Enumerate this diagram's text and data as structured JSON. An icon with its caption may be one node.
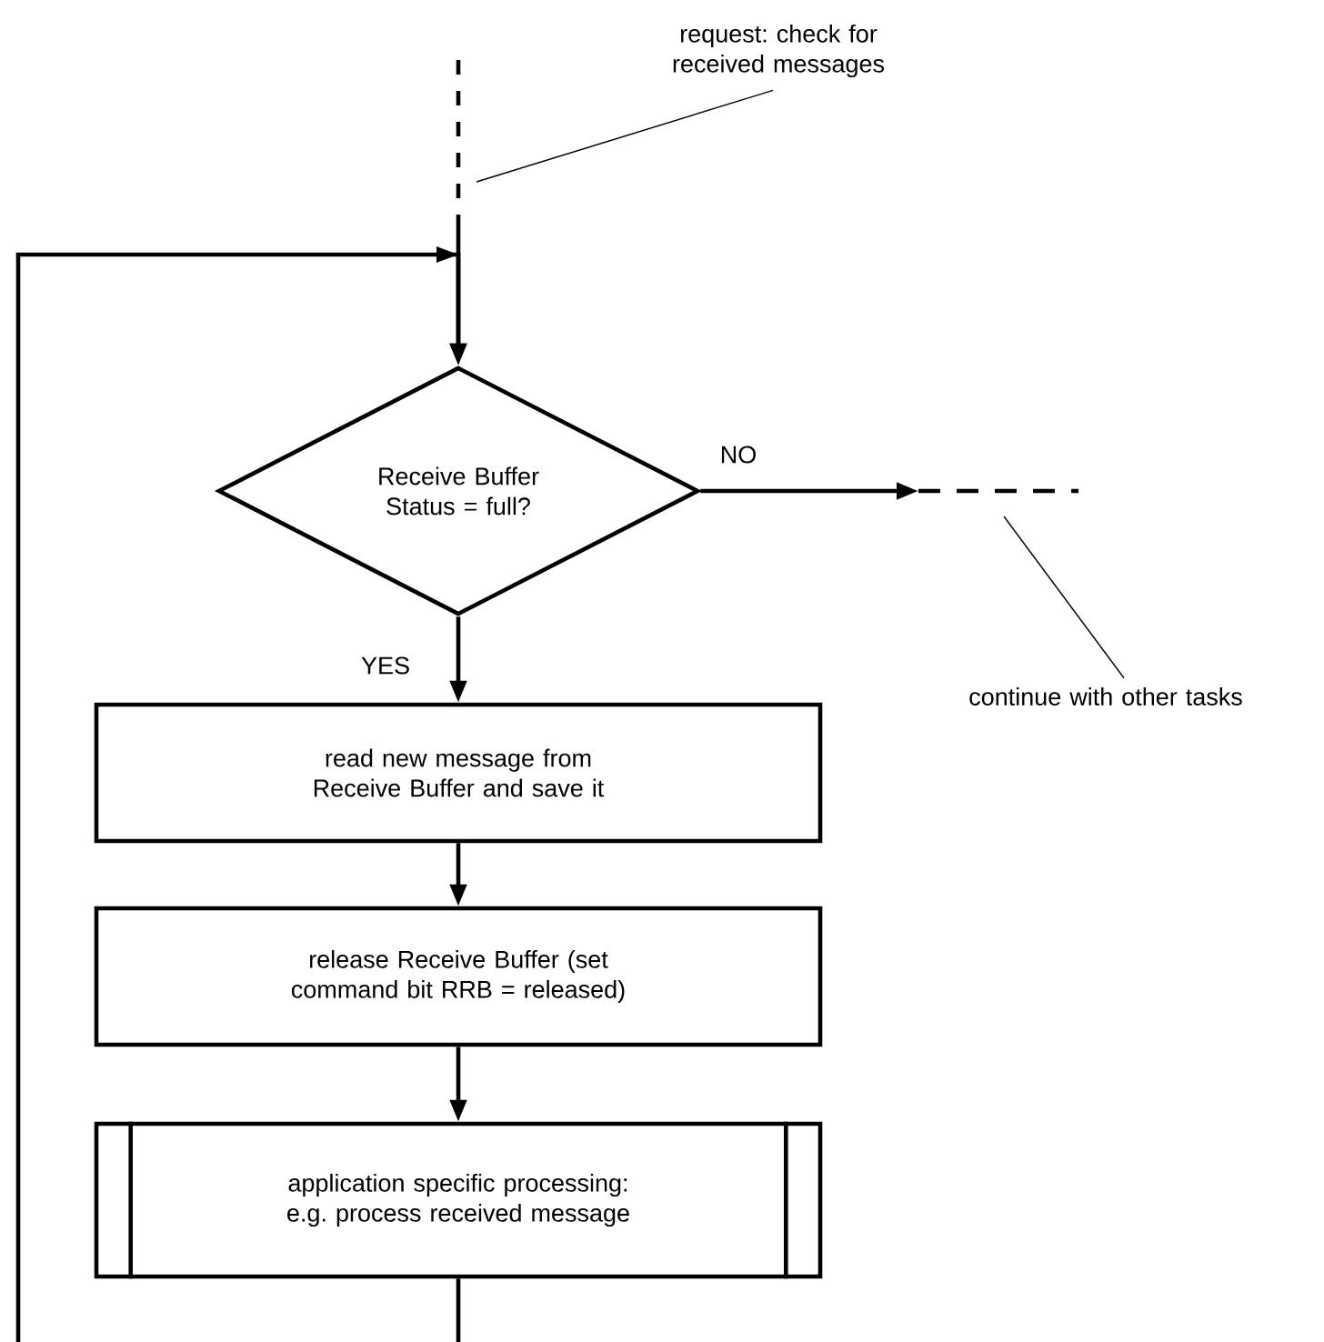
{
  "diagram": {
    "nodes": [
      {
        "text": [
          "request: check for received messages"
        ]
      },
      {
        "text": [
          "Receive Buffer Status = full?"
        ]
      },
      {
        "text": [
          "continue with other tasks"
        ]
      },
      {
        "text": [
          "read new message from Receive Buffer and save it"
        ]
      },
      {
        "text": [
          "release Receive Buffer (set command bit RRB = released)"
        ]
      },
      {
        "text": [
          "application specific processing: e.g. process received message"
        ]
      }
    ],
    "edges": [
      {
        "from": null,
        "to": 1,
        "arrow": "to",
        "style": "dashed"
      },
      {
        "from": null,
        "to": 1,
        "arrow": "to"
      },
      {
        "from": 1,
        "to": null,
        "arrow": "to",
        "label": "NO"
      },
      {
        "from": 0,
        "to": null,
        "arrow": "none"
      },
      {
        "from": 1,
        "to": 3,
        "arrow": "to",
        "label": "YES"
      },
      {
        "from": 3,
        "to": 4,
        "arrow": "to"
      },
      {
        "from": 4,
        "to": 5,
        "arrow": "to"
      },
      {
        "from": 5,
        "to": null,
        "arrow": "none"
      },
      {
        "from": 2,
        "to": null,
        "arrow": "none"
      }
    ]
  }
}
